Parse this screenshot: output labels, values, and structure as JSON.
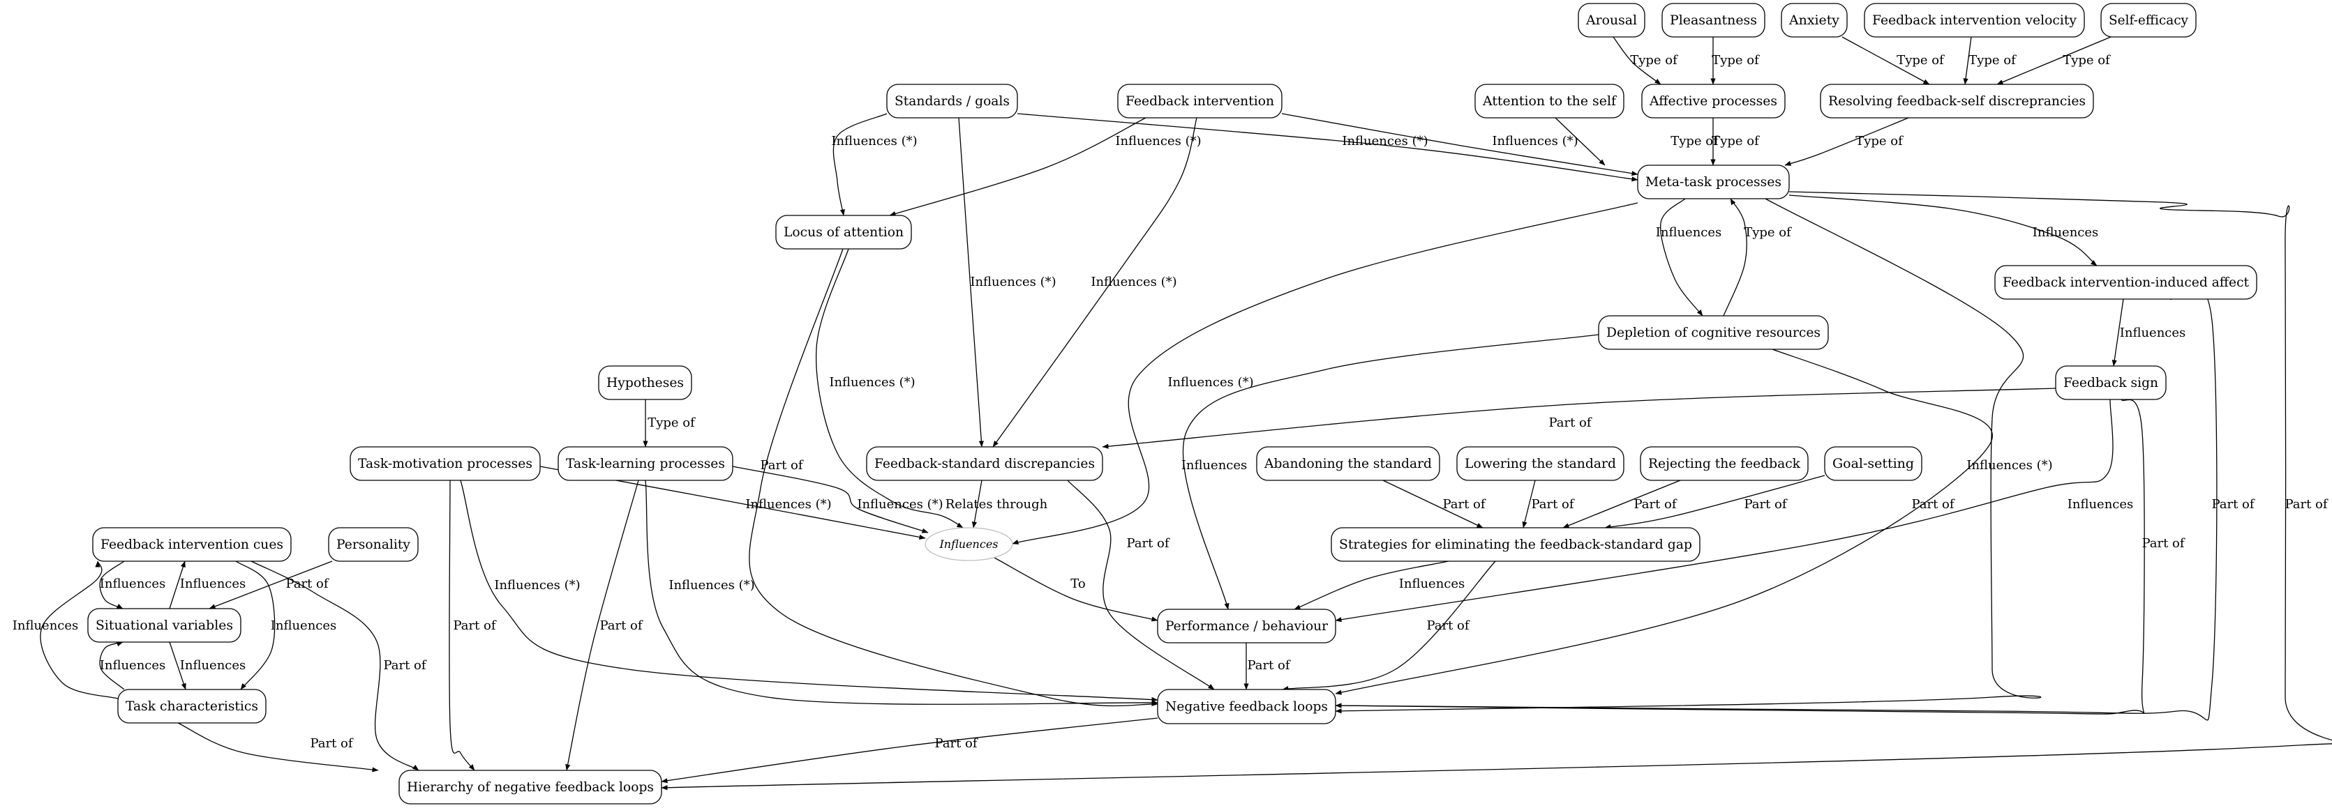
{
  "diagram": {
    "type": "directed-graph",
    "nodes": [
      {
        "id": "arousal",
        "label": "Arousal",
        "shape": "rounded-box"
      },
      {
        "id": "pleasantness",
        "label": "Pleasantness",
        "shape": "rounded-box"
      },
      {
        "id": "anxiety",
        "label": "Anxiety",
        "shape": "rounded-box"
      },
      {
        "id": "fi_velocity",
        "label": "Feedback intervention velocity",
        "shape": "rounded-box"
      },
      {
        "id": "self_efficacy",
        "label": "Self-efficacy",
        "shape": "rounded-box"
      },
      {
        "id": "standards",
        "label": "Standards / goals",
        "shape": "rounded-box"
      },
      {
        "id": "fi",
        "label": "Feedback intervention",
        "shape": "rounded-box"
      },
      {
        "id": "attention_self",
        "label": "Attention to the self",
        "shape": "rounded-box"
      },
      {
        "id": "affective",
        "label": "Affective processes",
        "shape": "rounded-box"
      },
      {
        "id": "resolving",
        "label": "Resolving feedback-self discreprancies",
        "shape": "rounded-box"
      },
      {
        "id": "meta",
        "label": "Meta-task processes",
        "shape": "rounded-box"
      },
      {
        "id": "locus",
        "label": "Locus of attention",
        "shape": "rounded-box"
      },
      {
        "id": "fi_affect",
        "label": "Feedback intervention-induced affect",
        "shape": "rounded-box"
      },
      {
        "id": "depletion",
        "label": "Depletion of cognitive resources",
        "shape": "rounded-box"
      },
      {
        "id": "hypotheses",
        "label": "Hypotheses",
        "shape": "rounded-box"
      },
      {
        "id": "fb_sign",
        "label": "Feedback sign",
        "shape": "rounded-box"
      },
      {
        "id": "task_motiv",
        "label": "Task-motivation processes",
        "shape": "rounded-box"
      },
      {
        "id": "task_learn",
        "label": "Task-learning processes",
        "shape": "rounded-box"
      },
      {
        "id": "fsd",
        "label": "Feedback-standard discrepancies",
        "shape": "rounded-box"
      },
      {
        "id": "abandon",
        "label": "Abandoning the standard",
        "shape": "rounded-box"
      },
      {
        "id": "lowering",
        "label": "Lowering the standard",
        "shape": "rounded-box"
      },
      {
        "id": "rejecting",
        "label": "Rejecting the feedback",
        "shape": "rounded-box"
      },
      {
        "id": "goal",
        "label": "Goal-setting",
        "shape": "rounded-box"
      },
      {
        "id": "fic",
        "label": "Feedback intervention cues",
        "shape": "rounded-box"
      },
      {
        "id": "personality",
        "label": "Personality",
        "shape": "rounded-box"
      },
      {
        "id": "influences_rel",
        "label": "Influences",
        "shape": "ellipse"
      },
      {
        "id": "strategies",
        "label": "Strategies for eliminating the feedback-standard gap",
        "shape": "rounded-box"
      },
      {
        "id": "situational",
        "label": "Situational variables",
        "shape": "rounded-box"
      },
      {
        "id": "performance",
        "label": "Performance / behaviour",
        "shape": "rounded-box"
      },
      {
        "id": "task_char",
        "label": "Task characteristics",
        "shape": "rounded-box"
      },
      {
        "id": "nfl",
        "label": "Negative feedback loops",
        "shape": "rounded-box"
      },
      {
        "id": "hierarchy",
        "label": "Hierarchy of negative feedback loops",
        "shape": "rounded-box"
      }
    ],
    "edges": [
      {
        "from": "arousal",
        "to": "affective",
        "label": "Type of"
      },
      {
        "from": "pleasantness",
        "to": "affective",
        "label": "Type of"
      },
      {
        "from": "anxiety",
        "to": "resolving",
        "label": "Type of"
      },
      {
        "from": "fi_velocity",
        "to": "resolving",
        "label": "Type of"
      },
      {
        "from": "self_efficacy",
        "to": "resolving",
        "label": "Type of"
      },
      {
        "from": "attention_self",
        "to": "meta",
        "label": "Type of"
      },
      {
        "from": "affective",
        "to": "meta",
        "label": "Type of"
      },
      {
        "from": "resolving",
        "to": "meta",
        "label": "Type of"
      },
      {
        "from": "standards",
        "to": "meta",
        "label": "Influences (*)"
      },
      {
        "from": "fi",
        "to": "meta",
        "label": "Influences (*)"
      },
      {
        "from": "standards",
        "to": "locus",
        "label": "Influences (*)"
      },
      {
        "from": "fi",
        "to": "locus",
        "label": "Influences (*)"
      },
      {
        "from": "standards",
        "to": "fsd",
        "label": "Influences (*)"
      },
      {
        "from": "fi",
        "to": "fsd",
        "label": "Influences (*)"
      },
      {
        "from": "meta",
        "to": "depletion",
        "label": "Influences"
      },
      {
        "from": "depletion",
        "to": "meta",
        "label": "Type of"
      },
      {
        "from": "meta",
        "to": "fi_affect",
        "label": "Influences"
      },
      {
        "from": "fi_affect",
        "to": "fb_sign",
        "label": "Influences"
      },
      {
        "from": "meta",
        "to": "influences_rel",
        "label": "Influences (*)"
      },
      {
        "from": "meta",
        "to": "nfl",
        "label": "Influences (*)"
      },
      {
        "from": "meta",
        "to": "hierarchy",
        "label": "Part of"
      },
      {
        "from": "locus",
        "to": "influences_rel",
        "label": "Influences (*)"
      },
      {
        "from": "locus",
        "to": "nfl",
        "label": "Part of"
      },
      {
        "from": "hypotheses",
        "to": "task_learn",
        "label": "Type of"
      },
      {
        "from": "fb_sign",
        "to": "fsd",
        "label": "Part of"
      },
      {
        "from": "fb_sign",
        "to": "performance",
        "label": "Influences"
      },
      {
        "from": "fb_sign",
        "to": "nfl",
        "label": "Part of"
      },
      {
        "from": "fi_affect",
        "to": "nfl",
        "label": "Part of"
      },
      {
        "from": "depletion",
        "to": "performance",
        "label": "Influences"
      },
      {
        "from": "depletion",
        "to": "nfl",
        "label": "Part of"
      },
      {
        "from": "task_motiv",
        "to": "influences_rel",
        "label": "Influences (*)"
      },
      {
        "from": "task_learn",
        "to": "influences_rel",
        "label": "Influences (*)"
      },
      {
        "from": "fsd",
        "to": "influences_rel",
        "label": "Relates through"
      },
      {
        "from": "fsd",
        "to": "nfl",
        "label": "Part of"
      },
      {
        "from": "task_motiv",
        "to": "nfl",
        "label": "Influences (*)"
      },
      {
        "from": "task_learn",
        "to": "nfl",
        "label": "Influences (*)"
      },
      {
        "from": "task_motiv",
        "to": "hierarchy",
        "label": "Part of"
      },
      {
        "from": "task_learn",
        "to": "hierarchy",
        "label": "Part of"
      },
      {
        "from": "abandon",
        "to": "strategies",
        "label": "Part of"
      },
      {
        "from": "lowering",
        "to": "strategies",
        "label": "Part of"
      },
      {
        "from": "rejecting",
        "to": "strategies",
        "label": "Part of"
      },
      {
        "from": "goal",
        "to": "strategies",
        "label": "Part of"
      },
      {
        "from": "influences_rel",
        "to": "performance",
        "label": "To"
      },
      {
        "from": "strategies",
        "to": "performance",
        "label": "Influences"
      },
      {
        "from": "strategies",
        "to": "nfl",
        "label": "Part of"
      },
      {
        "from": "performance",
        "to": "nfl",
        "label": "Part of"
      },
      {
        "from": "nfl",
        "to": "hierarchy",
        "label": "Part of"
      },
      {
        "from": "fic",
        "to": "situational",
        "label": "Influences"
      },
      {
        "from": "situational",
        "to": "fic",
        "label": "Influences"
      },
      {
        "from": "fic",
        "to": "task_char",
        "label": "Influences"
      },
      {
        "from": "situational",
        "to": "task_char",
        "label": "Influences"
      },
      {
        "from": "task_char",
        "to": "situational",
        "label": "Influences"
      },
      {
        "from": "task_char",
        "to": "fic",
        "label": "Influences"
      },
      {
        "from": "personality",
        "to": "situational",
        "label": "Part of"
      },
      {
        "from": "fic",
        "to": "hierarchy",
        "label": "Part of"
      },
      {
        "from": "task_char",
        "to": "hierarchy",
        "label": "Part of"
      }
    ]
  }
}
